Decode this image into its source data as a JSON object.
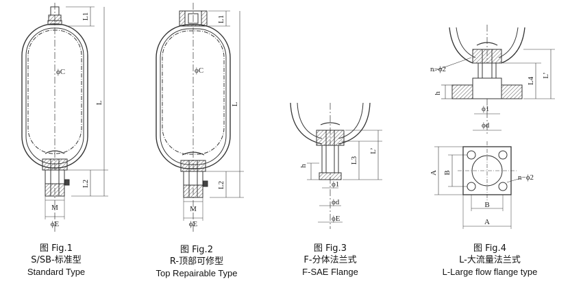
{
  "dimension_labels": {
    "L1": "L1",
    "L": "L",
    "L2": "L2",
    "L3": "L3",
    "L4": "L4",
    "Lp": "L’",
    "phiC": "ϕC",
    "M": "M",
    "phiE": "ϕE",
    "phi1": "ϕ1",
    "phid": "ϕd",
    "h": "h",
    "n_phi2": "n−ϕ2",
    "A": "A",
    "B": "B"
  },
  "figures": [
    {
      "fig": "图 Fig.1",
      "cn": "S/SB-标准型",
      "en": "Standard Type"
    },
    {
      "fig": "图 Fig.2",
      "cn": "R-顶部可修型",
      "en": "Top Repairable Type"
    },
    {
      "fig": "图 Fig.3",
      "cn": "F-分体法兰式",
      "en": "F-SAE Flange"
    },
    {
      "fig": "图 Fig.4",
      "cn": "L-大流量法兰式",
      "en": "L-Large flow flange type"
    }
  ]
}
